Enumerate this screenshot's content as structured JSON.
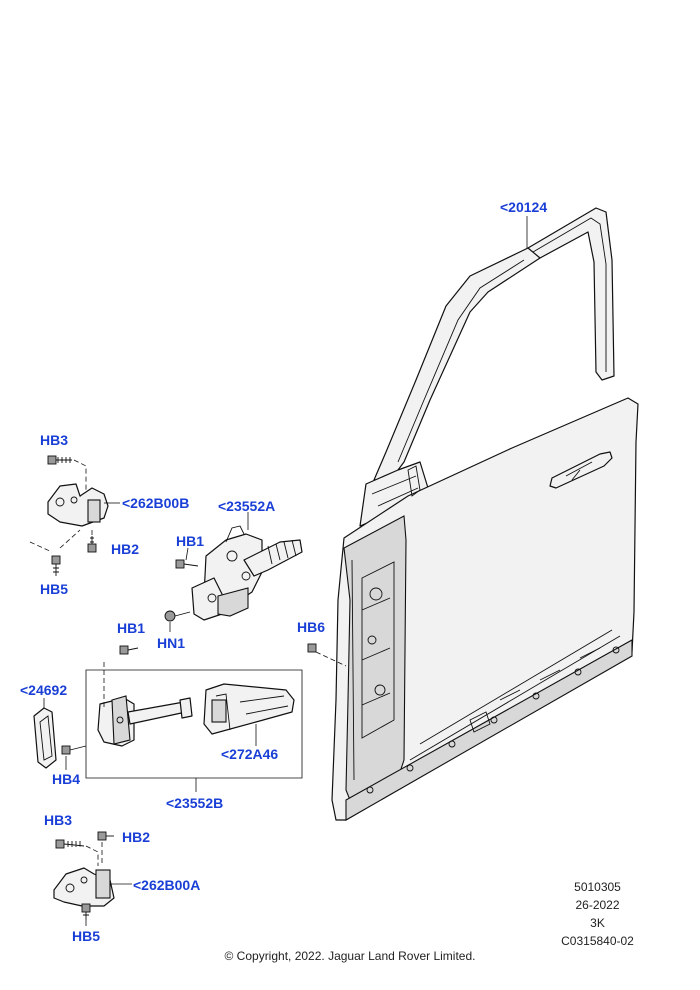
{
  "callouts": {
    "door_shell": "<20124",
    "hinge_upper": "<262B00B",
    "hinge_lower": "<262B00A",
    "lock_actuator": "<23552A",
    "check_strap_assembly": "<23552B",
    "check_strap_cover": "<272A46",
    "pad": "<24692",
    "hb1_top": "HB1",
    "hb1_mid": "HB1",
    "hb2_upper": "HB2",
    "hb2_lower": "HB2",
    "hb3_upper": "HB3",
    "hb3_lower": "HB3",
    "hb4": "HB4",
    "hb5_upper": "HB5",
    "hb5_lower": "HB5",
    "hb6": "HB6",
    "hn1": "HN1"
  },
  "info_block": {
    "line1": "5010305",
    "line2": "26-2022",
    "line3": "3K",
    "line4": "C0315840-02"
  },
  "copyright": "© Copyright, 2022. Jaguar Land Rover Limited."
}
